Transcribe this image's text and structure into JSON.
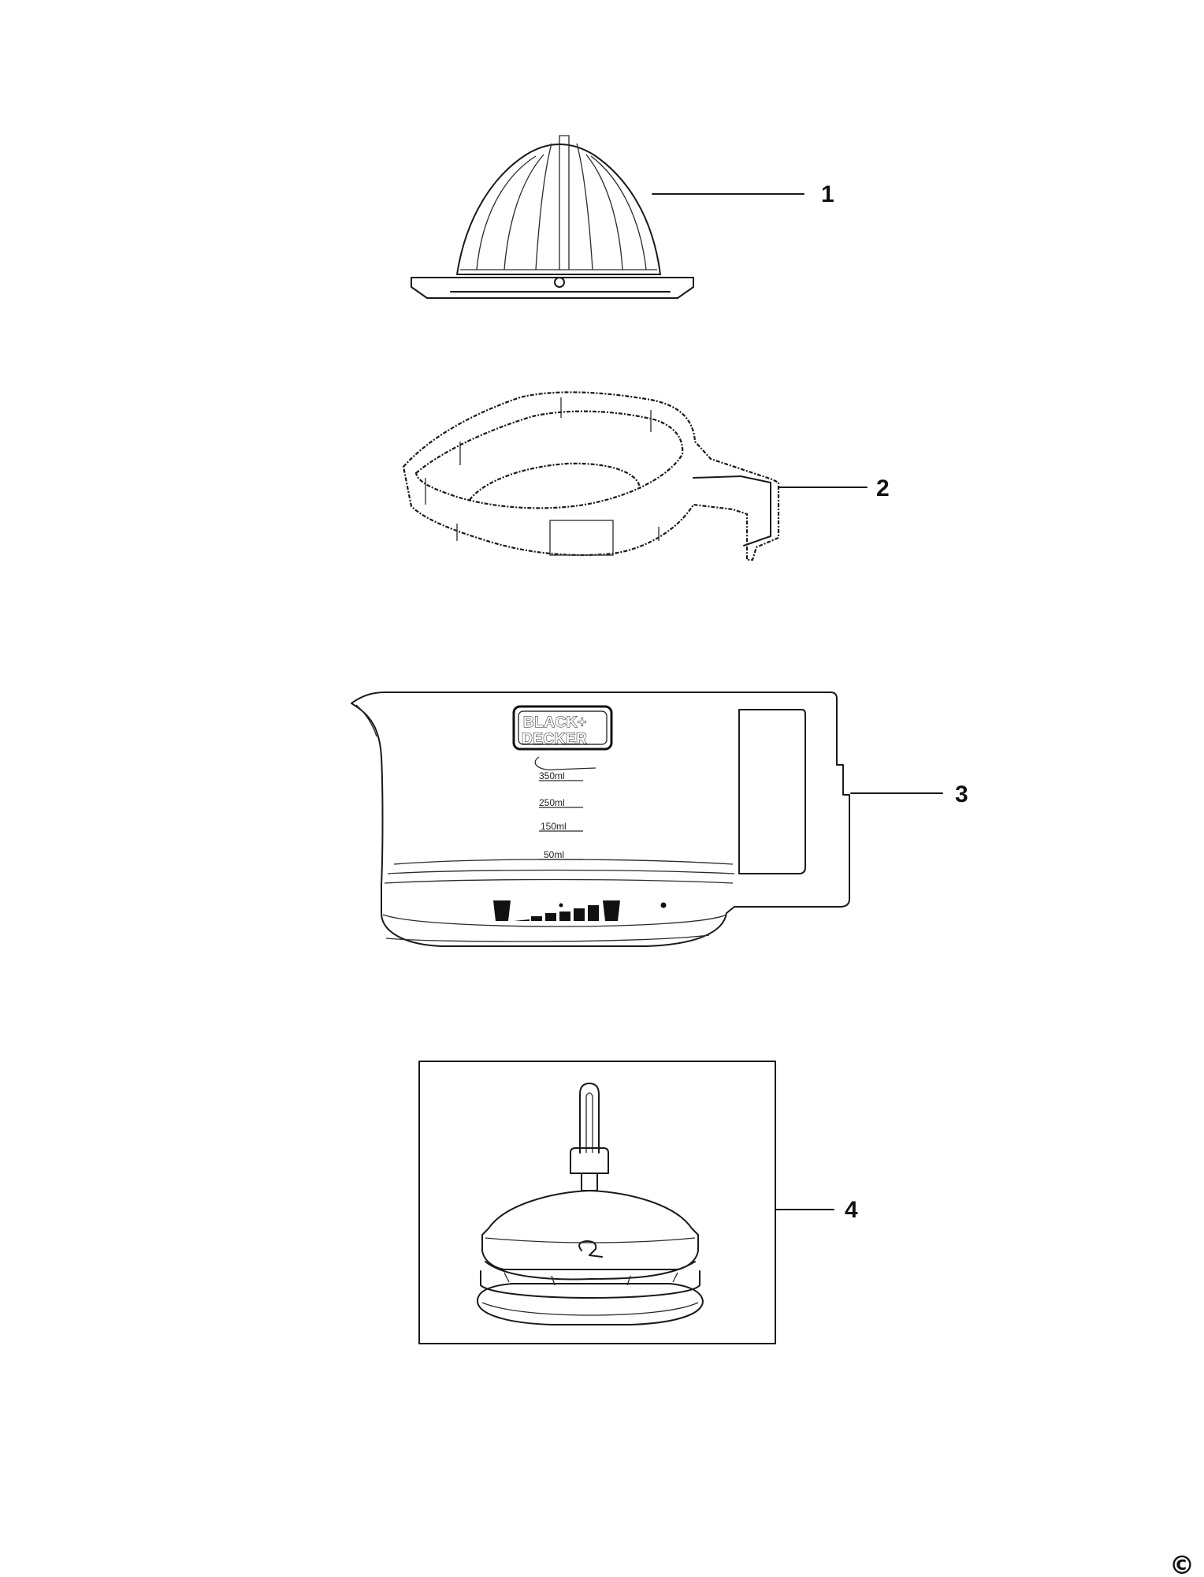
{
  "parts": [
    {
      "callout": "1",
      "icon": "reamer-cone-icon"
    },
    {
      "callout": "2",
      "icon": "strainer-sieve-icon"
    },
    {
      "callout": "3",
      "icon": "juice-jug-icon"
    },
    {
      "callout": "4",
      "icon": "motor-base-icon"
    }
  ],
  "jug": {
    "brand_line1": "BLACK+",
    "brand_line2": "DECKER",
    "scale_marks": [
      "350ml",
      "250ml",
      "150ml",
      "50ml"
    ]
  },
  "copyright_symbol": "©",
  "colors": {
    "ink": "#111111",
    "background": "#ffffff"
  }
}
